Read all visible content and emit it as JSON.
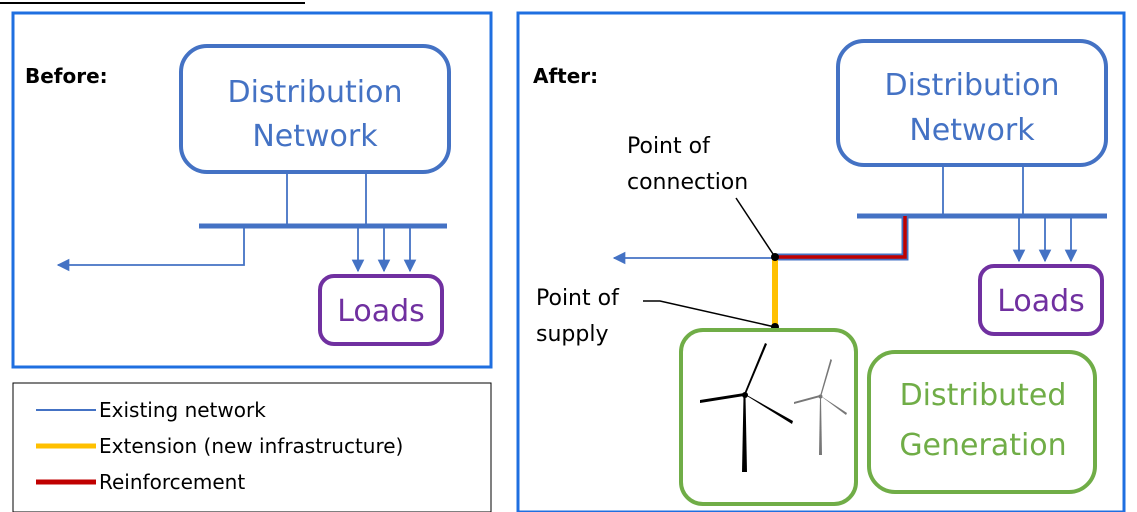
{
  "colors": {
    "frame": "#1f6fe0",
    "network": "#4472c4",
    "loads": "#7030a0",
    "generation": "#70ad47",
    "extension": "#ffc000",
    "reinforcement": "#c00000",
    "text": "#000000"
  },
  "before": {
    "label": "Before:",
    "network_box": {
      "line1": "Distribution",
      "line2": "Network"
    },
    "loads_box": {
      "label": "Loads"
    }
  },
  "after": {
    "label": "After:",
    "network_box": {
      "line1": "Distribution",
      "line2": "Network"
    },
    "loads_box": {
      "label": "Loads"
    },
    "generation_box": {
      "line1": "Distributed",
      "line2": "Generation"
    },
    "point_of_connection": {
      "line1": "Point of",
      "line2": "connection"
    },
    "point_of_supply": {
      "line1": "Point of",
      "line2": "supply"
    }
  },
  "legend": {
    "items": [
      {
        "label": "Existing network",
        "line_color": "#4472c4"
      },
      {
        "label": "Extension (new infrastructure)",
        "line_color": "#ffc000"
      },
      {
        "label": "Reinforcement",
        "line_color": "#c00000"
      }
    ]
  },
  "icons": [
    "wind-turbine-icon",
    "arrow-left-icon",
    "arrow-down-icon"
  ]
}
